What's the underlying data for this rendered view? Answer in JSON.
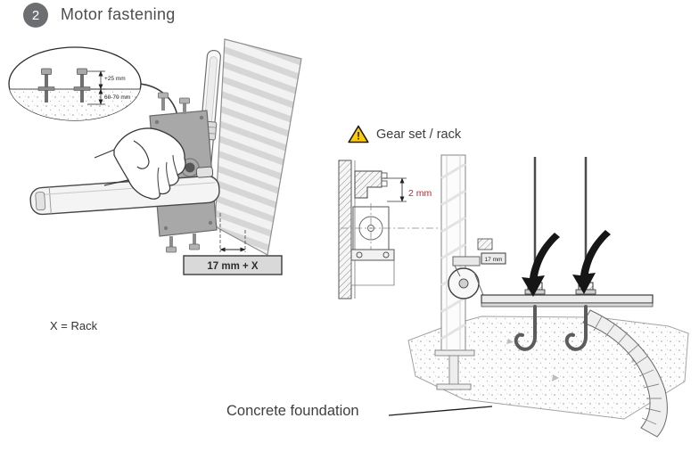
{
  "header": {
    "step_number": "2",
    "title": "Motor fastening"
  },
  "left_figure": {
    "inset": {
      "protrusion_dim": "+25 mm",
      "embed_dim": "60-70 mm"
    },
    "offset_dim": "17 mm + X",
    "legend": "X = Rack"
  },
  "right_figure": {
    "warning_symbol": "!",
    "warning_label": "Gear set / rack",
    "gear_gap_dim": "2 mm",
    "plate_dim": "17 mm",
    "caption": "Concrete foundation"
  },
  "colors": {
    "badge_gray": "#6d6e71",
    "text_dark": "#414042",
    "dimension_red": "#c1272d",
    "warning_yellow": "#ffcb05"
  }
}
